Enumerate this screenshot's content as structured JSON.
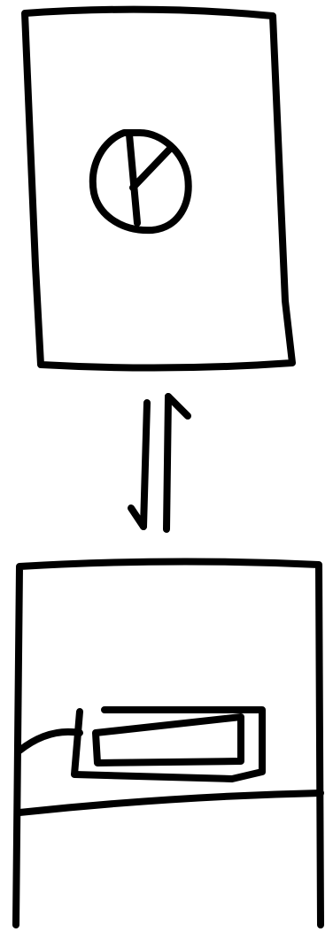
{
  "diagram": {
    "style": "hand-drawn sketch",
    "ink_color": "#000000",
    "background_color": "#ffffff",
    "panels": [
      {
        "id": "top-panel",
        "content": "pie-chart-icon"
      },
      {
        "id": "bottom-panel",
        "content": "device-on-table-icon"
      }
    ],
    "connector": {
      "type": "bidirectional-arrows",
      "icon": "up-down-harpoon-arrows-icon"
    }
  }
}
